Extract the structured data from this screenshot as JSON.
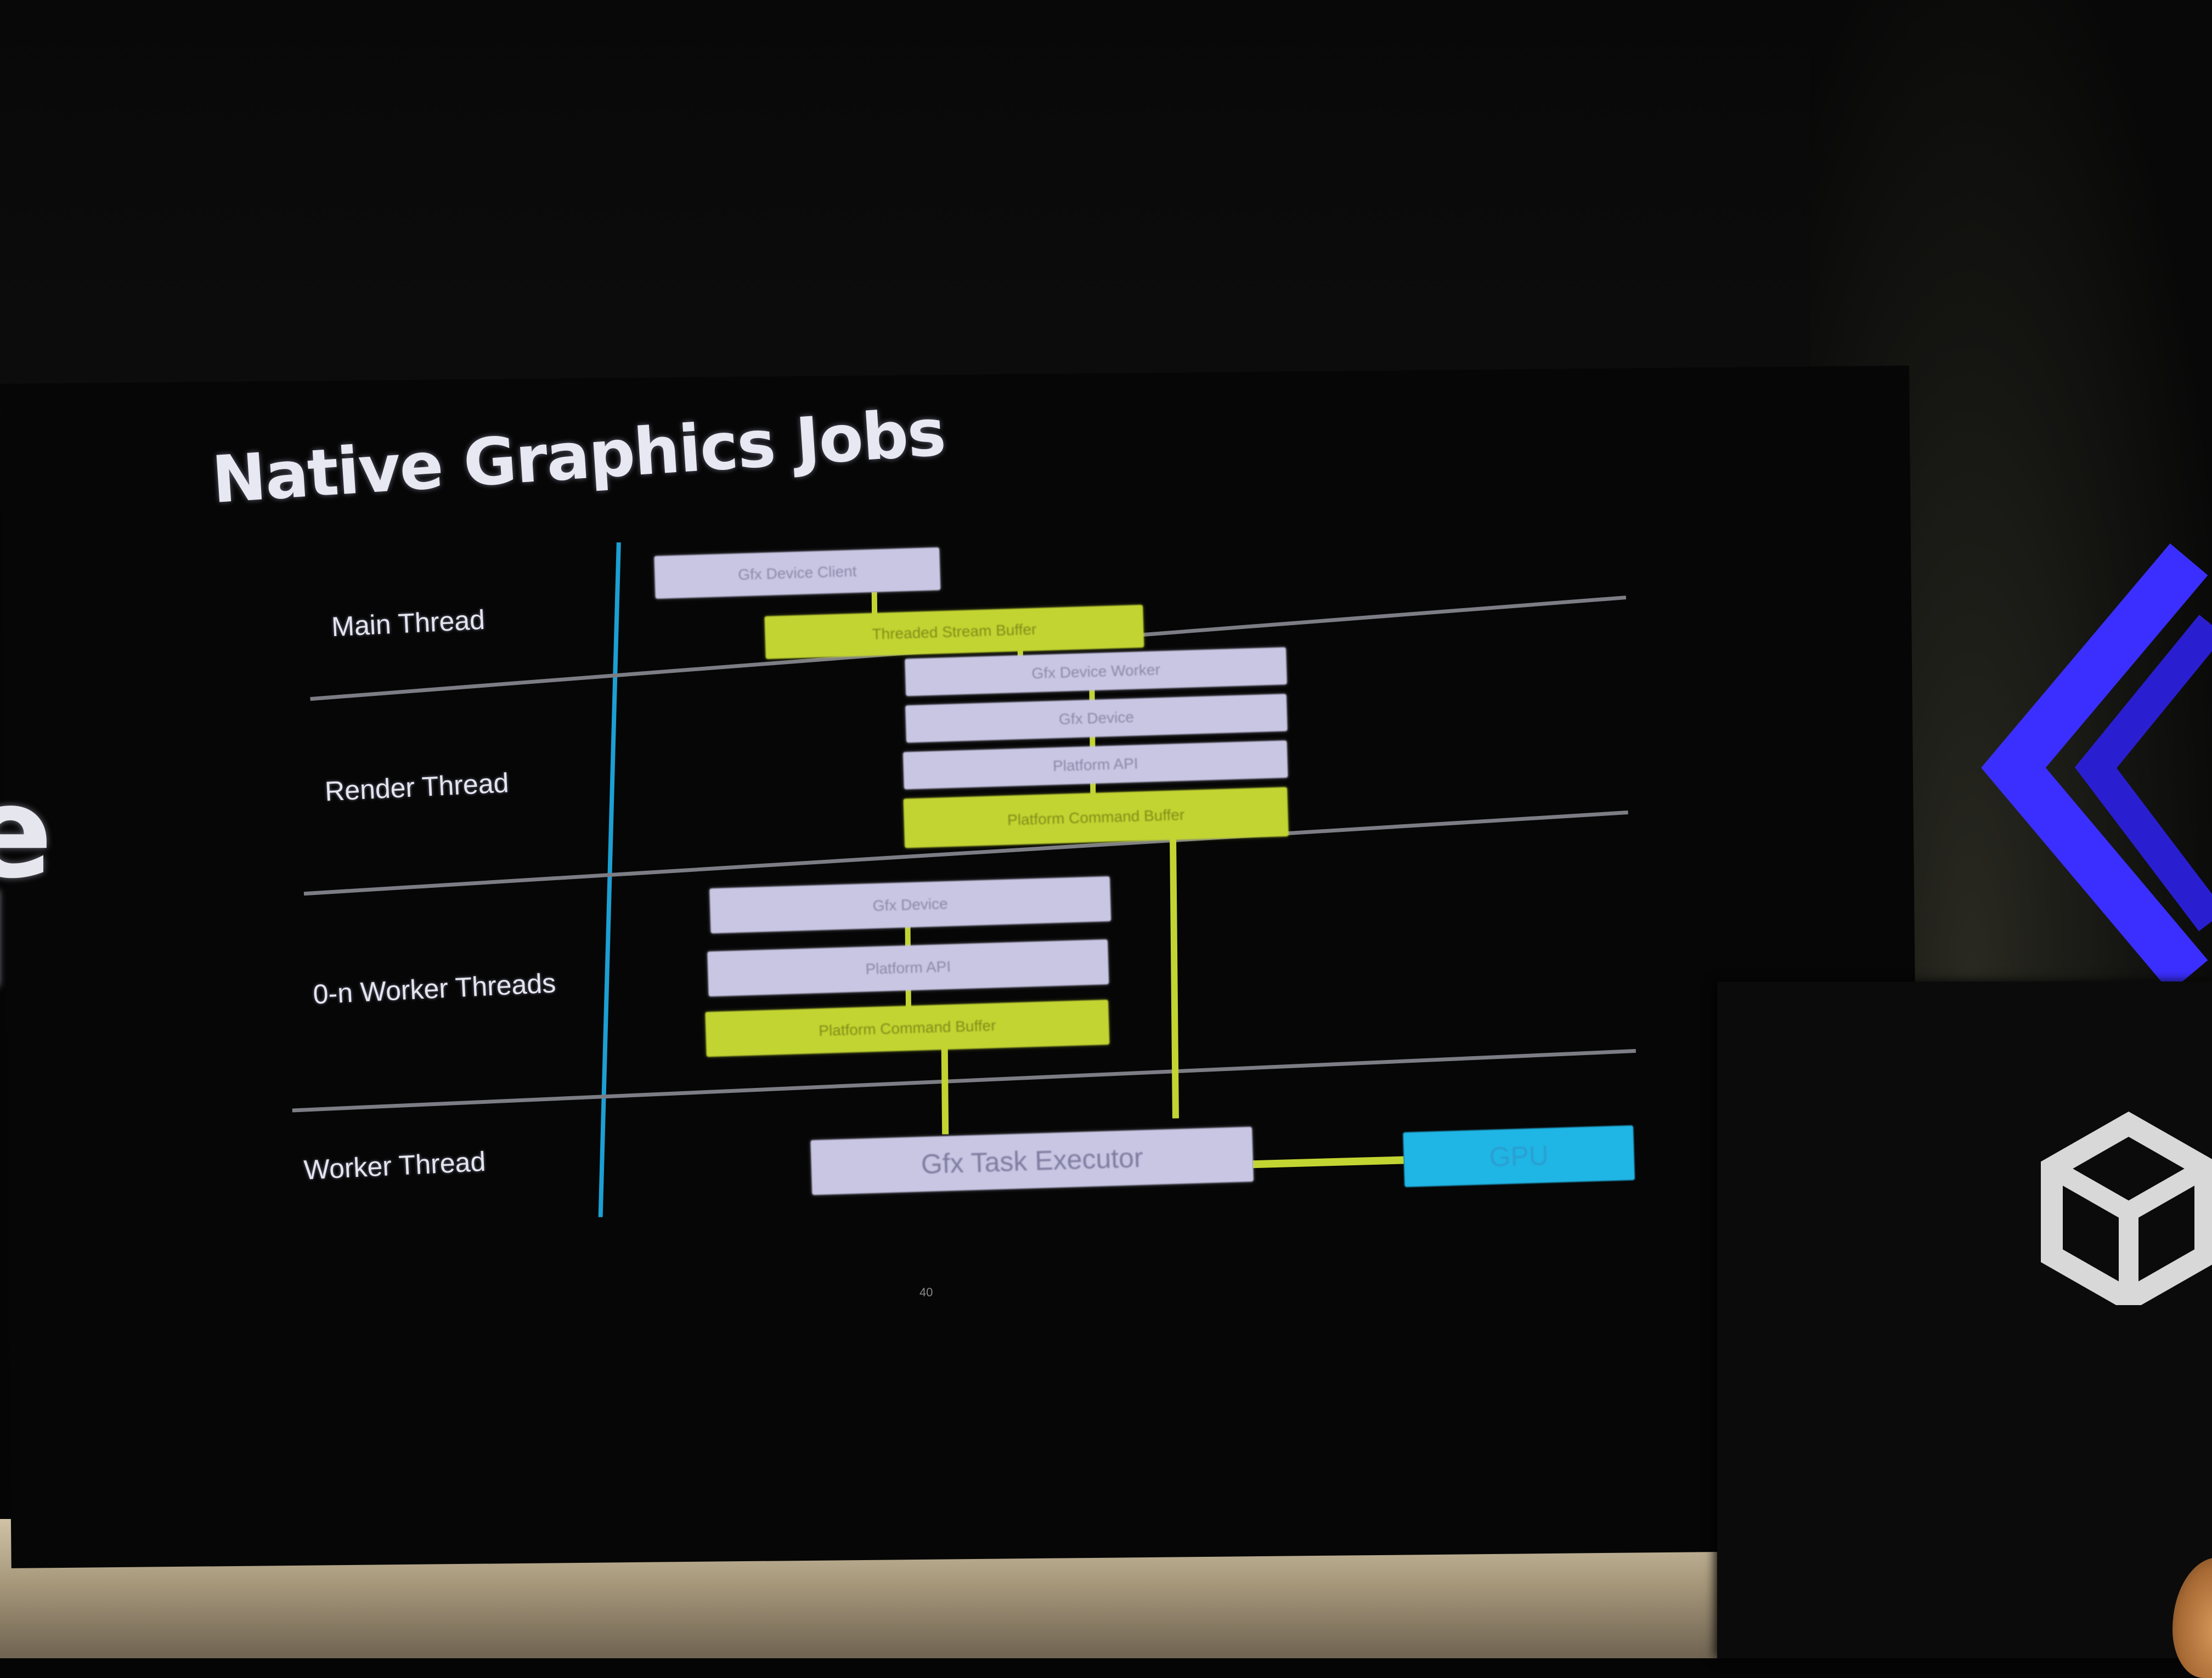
{
  "slide": {
    "title": "Native Graphics Jobs",
    "rows": {
      "main_thread": "Main Thread",
      "render_thread": "Render Thread",
      "worker_threads": "0-n Worker Threads",
      "worker_thread": "Worker Thread"
    },
    "boxes": {
      "gfx_device_client": "Gfx Device Client",
      "threaded_stream_buffer": "Threaded Stream Buffer",
      "gfx_device_worker": "Gfx Device Worker",
      "gfx_device_render": "Gfx Device",
      "platform_api_render": "Platform API",
      "platform_command_buffer_render": "Platform Command Buffer",
      "gfx_device_worker_threads": "Gfx Device",
      "platform_api_worker_threads": "Platform API",
      "platform_command_buffer_worker_threads": "Platform Command Buffer",
      "gfx_task_executor": "Gfx Task Executor",
      "gpu": "GPU"
    },
    "slide_number": "40"
  },
  "colors": {
    "lavender_box": "#c8c6e3",
    "yellow_box": "#c2d431",
    "gpu_box": "#1fb6e6",
    "axis_line": "#1c9fd3",
    "brand_chevron": "#3b2fff"
  },
  "edge_text": "e\nl",
  "icons": {
    "logo": "unity-logo-icon",
    "chevron": "chevron-left-icon"
  }
}
